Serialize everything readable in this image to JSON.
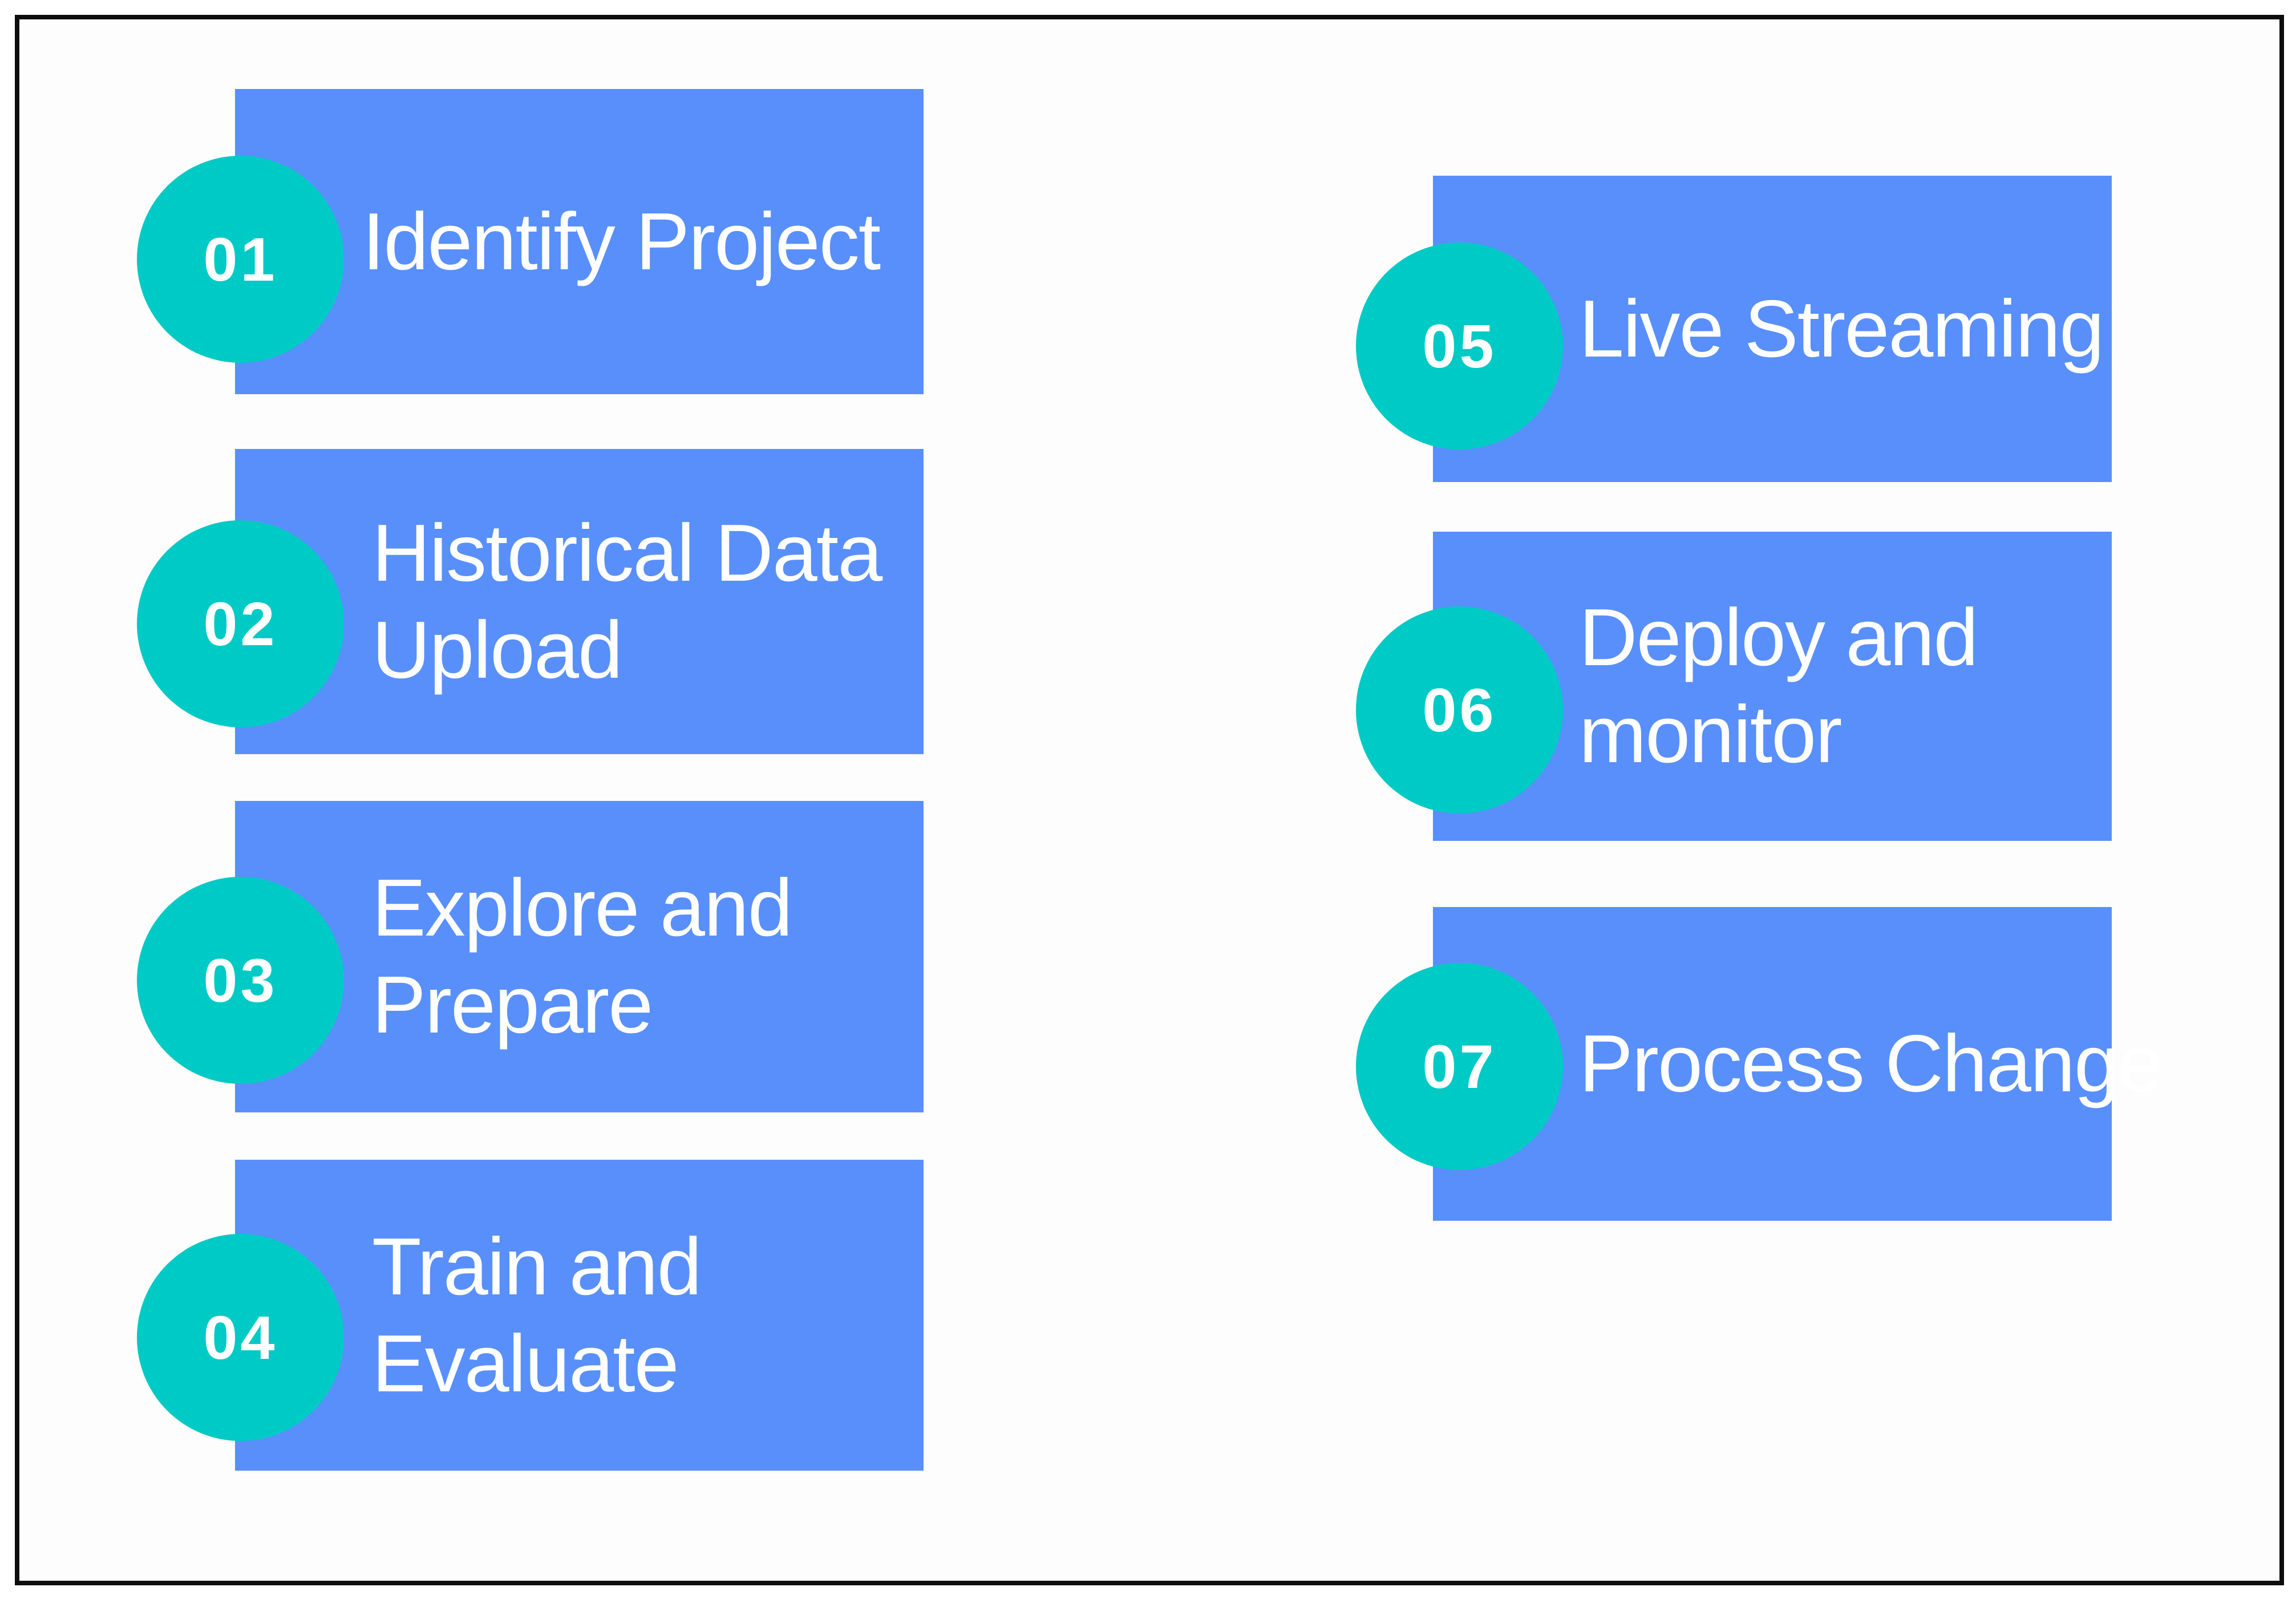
{
  "figure": {
    "type": "process-step-diagram",
    "step_count": 7
  },
  "colors": {
    "box_blue": "#588FFB",
    "circle_teal": "#00CAC5",
    "text_white": "#ffffff",
    "canvas_bg": "#fdfdfd",
    "frame_border": "#0d0d0d"
  },
  "steps": [
    {
      "number": "01",
      "label": "Identify Project",
      "lines": [
        "Identify Project"
      ]
    },
    {
      "number": "02",
      "label": "Historical Data Upload",
      "lines": [
        "Historical Data",
        "Upload"
      ]
    },
    {
      "number": "03",
      "label": "Explore and Prepare",
      "lines": [
        "Explore and",
        "Prepare"
      ]
    },
    {
      "number": "04",
      "label": "Train and Evaluate",
      "lines": [
        "Train and",
        "Evaluate"
      ]
    },
    {
      "number": "05",
      "label": "Live Streaming",
      "lines": [
        "Live Streaming"
      ]
    },
    {
      "number": "06",
      "label": "Deploy and monitor",
      "lines": [
        "Deploy and",
        "monitor"
      ]
    },
    {
      "number": "07",
      "label": "Process Change",
      "lines": [
        "Process Change"
      ]
    }
  ]
}
